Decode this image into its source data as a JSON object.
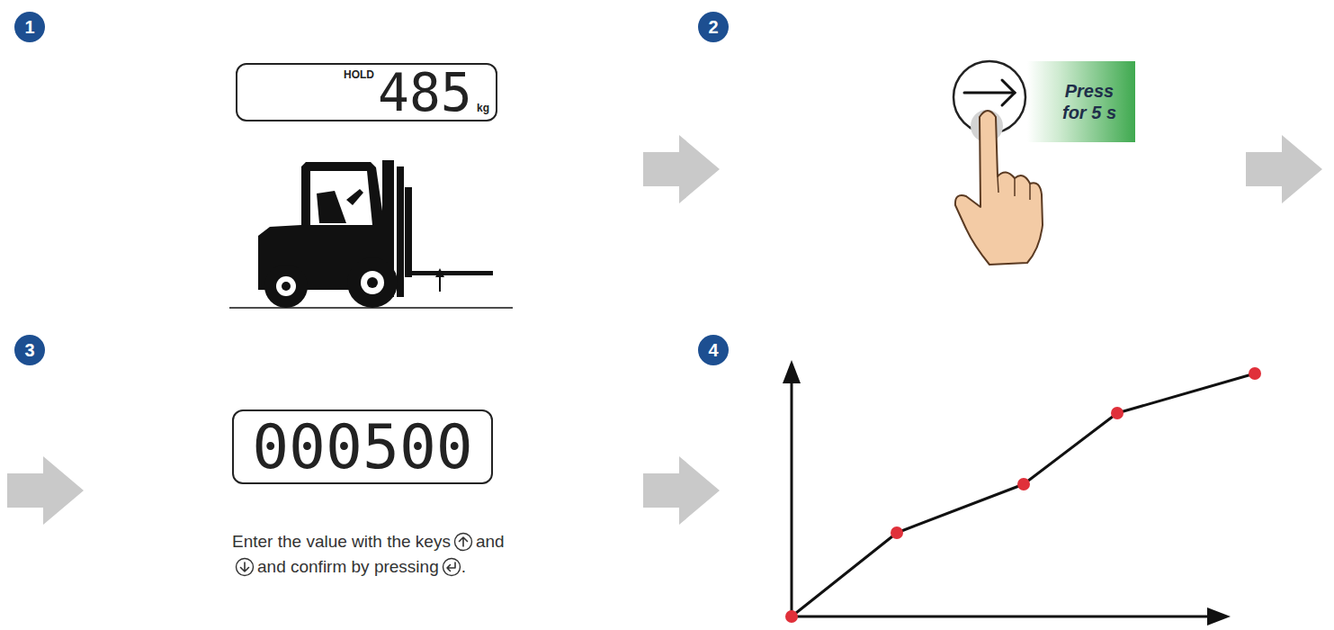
{
  "diagram": {
    "nodes": [
      {
        "text": [
          "HOLD",
          "485",
          "kg"
        ]
      },
      {
        "text": [
          "Press for 5 s"
        ]
      },
      {
        "text": [
          "000500"
        ]
      }
    ],
    "labels": [
      "1",
      "2",
      "3",
      "4",
      "Enter the value with the keys",
      "and",
      "and confirm by pressing",
      "."
    ]
  }
}
